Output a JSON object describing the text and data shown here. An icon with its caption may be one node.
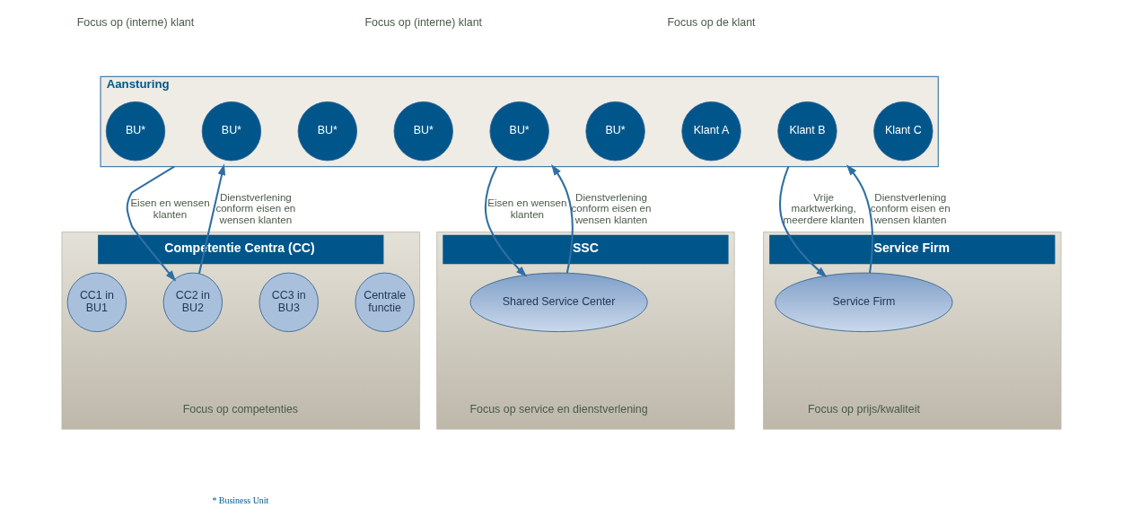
{
  "diagram": {
    "nodes": [
      {
        "text": [
          "Competentie Centra (CC)"
        ]
      },
      {
        "text": [
          "SSC"
        ]
      },
      {
        "text": [
          "Service Firm"
        ]
      },
      {
        "text": [
          "Aansturing"
        ]
      },
      {
        "text": [
          "BU*"
        ],
        "in": 3
      },
      {
        "text": [
          "BU*"
        ],
        "in": 3
      },
      {
        "text": [
          "BU*"
        ],
        "in": 3
      },
      {
        "text": [
          "BU*"
        ],
        "in": 3
      },
      {
        "text": [
          "BU*"
        ],
        "in": 3
      },
      {
        "text": [
          "BU*"
        ],
        "in": 3
      },
      {
        "text": [
          "Klant A"
        ],
        "in": 3
      },
      {
        "text": [
          "Klant B"
        ],
        "in": 3
      },
      {
        "text": [
          "Klant C"
        ],
        "in": 3
      },
      {
        "text": [
          "CC1 in BU1"
        ],
        "in": 0
      },
      {
        "text": [
          "CC2 in BU2"
        ],
        "in": 0
      },
      {
        "text": [
          "CC3 in BU3"
        ],
        "in": 0
      },
      {
        "text": [
          "Centrale functie"
        ],
        "in": 0
      },
      {
        "text": [
          "Shared Service Center"
        ],
        "in": 1
      },
      {
        "text": [
          "Service Firm"
        ],
        "in": 2
      }
    ],
    "edges": [
      {
        "from": 3,
        "to": 14,
        "arrow": "to",
        "label": "Eisen en wensen klanten"
      },
      {
        "from": 14,
        "to": 3,
        "arrow": "to",
        "label": "Dienstverlening conform eisen en wensen klanten"
      },
      {
        "from": 3,
        "to": 17,
        "arrow": "to",
        "label": "Eisen en wensen klanten"
      },
      {
        "from": 17,
        "to": 3,
        "arrow": "to",
        "label": "Dienstverlening conform eisen en wensen klanten"
      },
      {
        "from": 3,
        "to": 18,
        "arrow": "to",
        "label": "Vrije marktwerking, meerdere klanten"
      },
      {
        "from": 18,
        "to": 3,
        "arrow": "to",
        "label": "Dienstverlening conform eisen en wensen klanten"
      }
    ],
    "labels": [
      "Focus op (interne) klant",
      "Focus op (interne) klant",
      "Focus op de klant",
      "Focus op competenties",
      "Focus op service en dienstverlening",
      "Focus op prijs/kwaliteit",
      "* Business Unit"
    ]
  }
}
